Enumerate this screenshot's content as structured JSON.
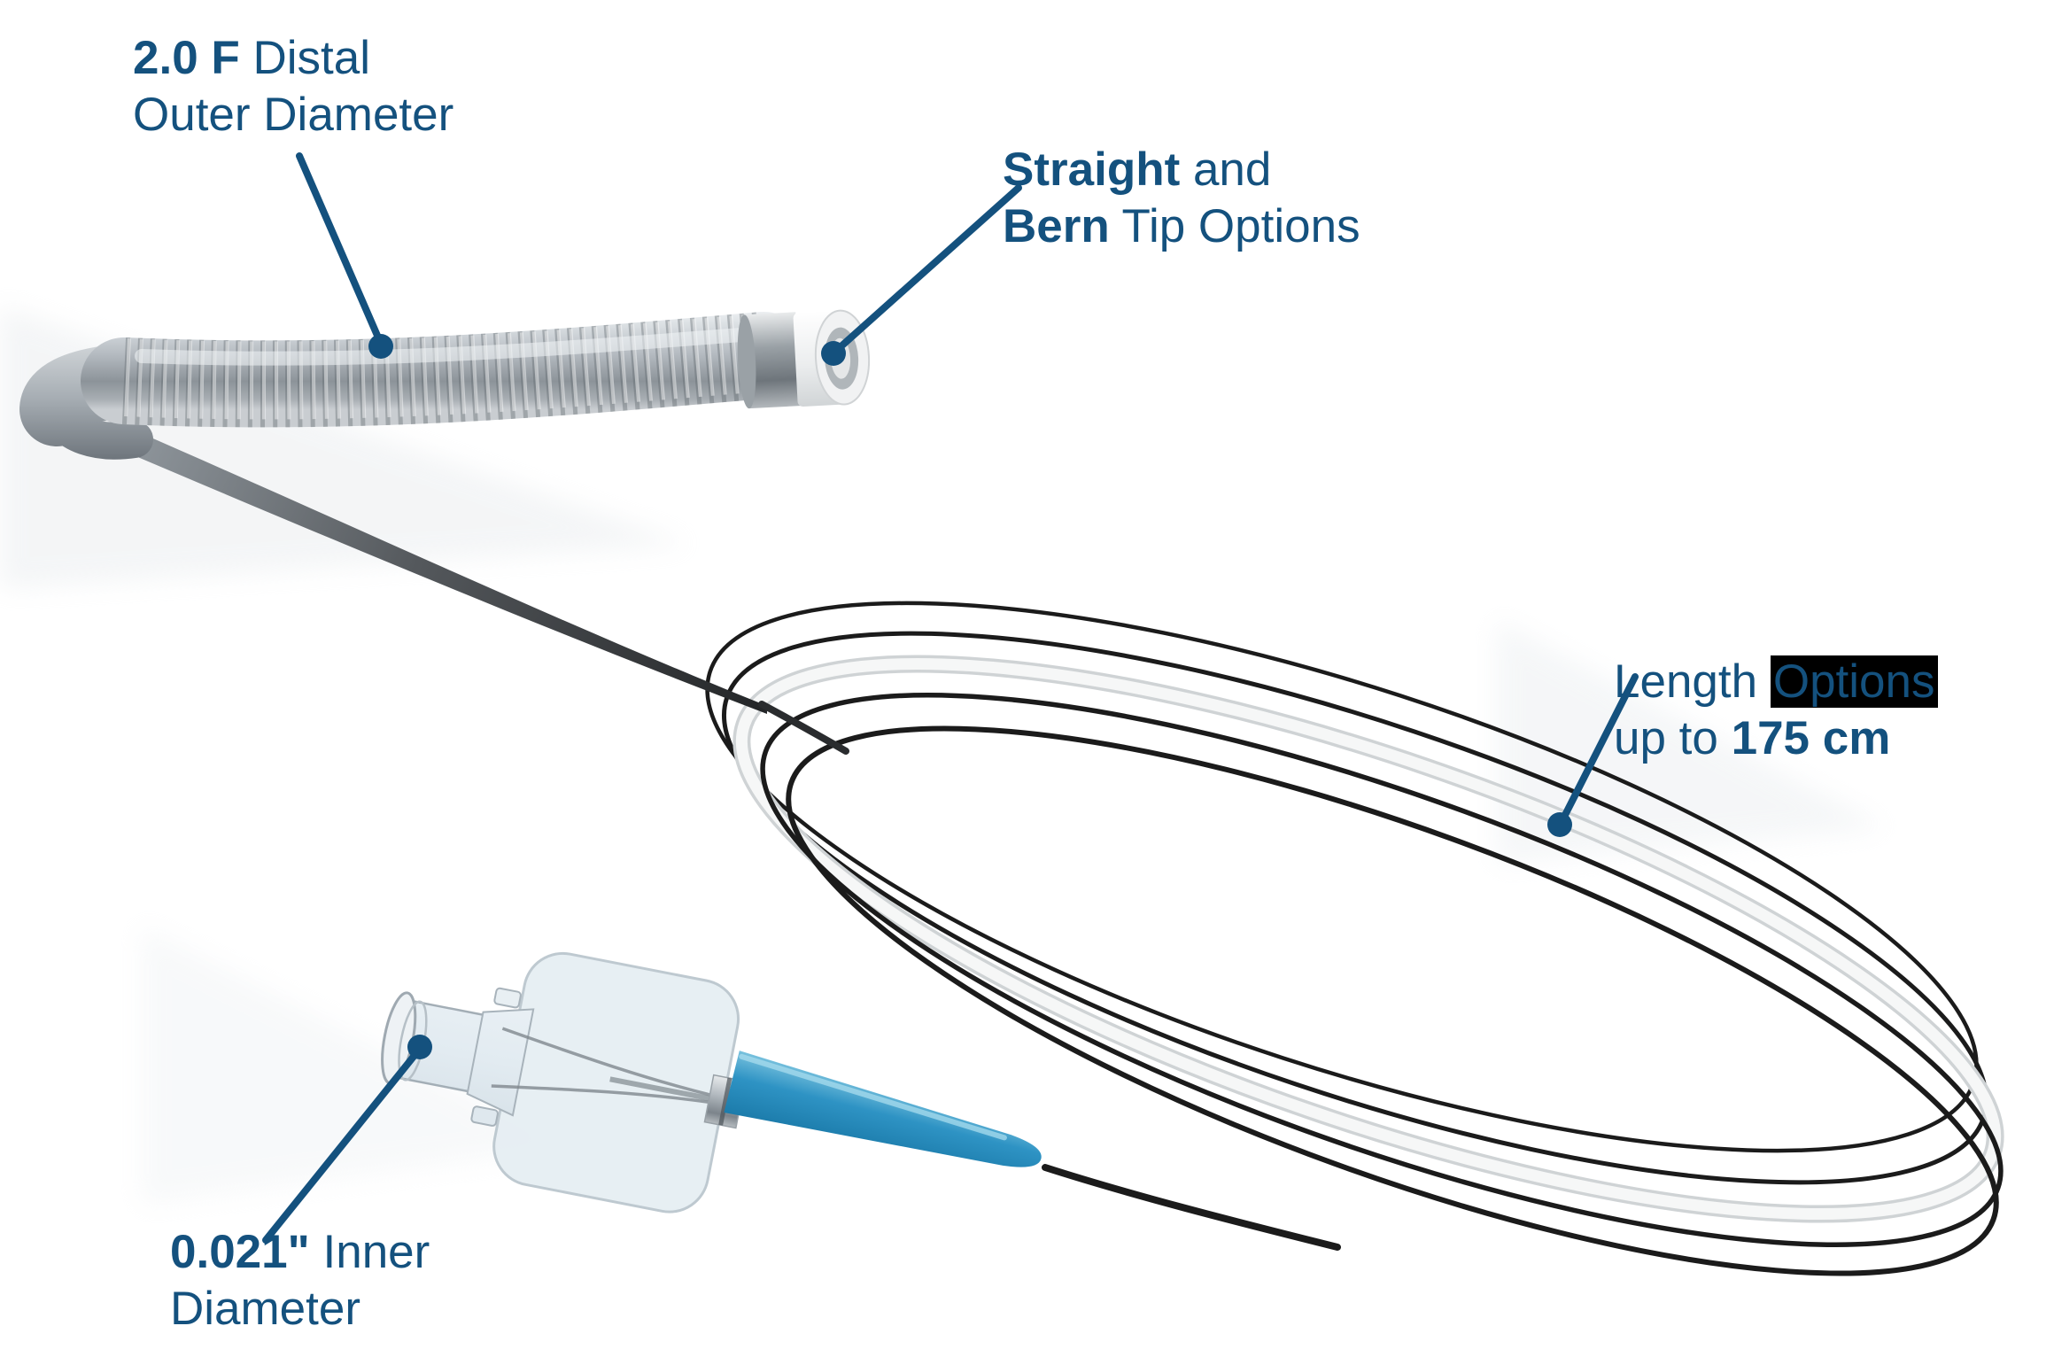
{
  "figure": {
    "type": "product-callout-diagram",
    "subject": "microcatheter"
  },
  "colors": {
    "label_blue": "#14517E",
    "leader_blue": "#14517E",
    "strain_relief_blue": "#2E93C4",
    "options_highlight": "#000000",
    "loop_wire_black": "#1B1B1B",
    "catheter_white": "#F6F7F7"
  },
  "callouts": [
    {
      "id": "distal-outer-diameter",
      "line1": [
        {
          "text": "2.0 F",
          "bold": true
        },
        {
          "text": " Distal",
          "bold": false
        }
      ],
      "line2": [
        {
          "text": "Outer Diameter",
          "bold": false
        }
      ]
    },
    {
      "id": "tip-options",
      "line1": [
        {
          "text": "Straight",
          "bold": true
        },
        {
          "text": " and",
          "bold": false
        }
      ],
      "line2": [
        {
          "text": "Bern",
          "bold": true
        },
        {
          "text": " Tip Options",
          "bold": false
        }
      ]
    },
    {
      "id": "length-options",
      "line1": [
        {
          "text": "Length ",
          "bold": false
        },
        {
          "text": "Options",
          "bold": false,
          "highlight": true
        }
      ],
      "line2": [
        {
          "text": "up to ",
          "bold": false
        },
        {
          "text": "175 cm",
          "bold": true
        }
      ]
    },
    {
      "id": "inner-diameter",
      "line1": [
        {
          "text": "0.021\"",
          "bold": true
        },
        {
          "text": " Inner",
          "bold": false
        }
      ],
      "line2": [
        {
          "text": "Diameter",
          "bold": false
        }
      ]
    }
  ]
}
